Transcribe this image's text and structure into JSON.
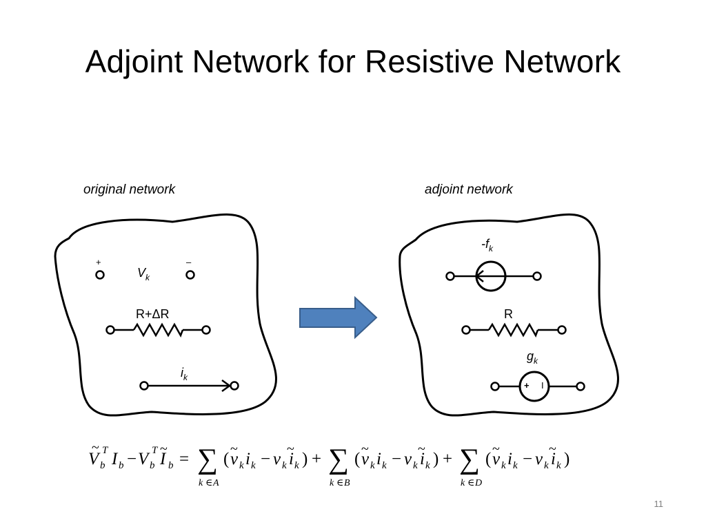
{
  "slide": {
    "title": "Adjoint Network for Resistive Network",
    "page_number": "11"
  },
  "original": {
    "caption": "original network",
    "plus": "+",
    "minus": "–",
    "voltage_label": "V",
    "voltage_subscript": "k",
    "resistor_label": "R+ΔR",
    "current_label": "i",
    "current_subscript": "k"
  },
  "adjoint": {
    "caption": "adjoint network",
    "source_label": "-f",
    "source_subscript": "k",
    "resistor_label": "R",
    "vsource_label": "g",
    "vsource_subscript": "k",
    "vsource_plus": "+",
    "vsource_minus": "I"
  },
  "arrow_color": "#4f81bd",
  "equation_text": "Ṽ_b^T I_b − V_b^T Ĩ_b = Σ_{k∈A} (ṽ_k i_k − v_k ĩ_k) + Σ_{k∈B} (ṽ_k i_k − v_k ĩ_k) + Σ_{k∈D} (ṽ_k i_k − v_k ĩ_k)"
}
